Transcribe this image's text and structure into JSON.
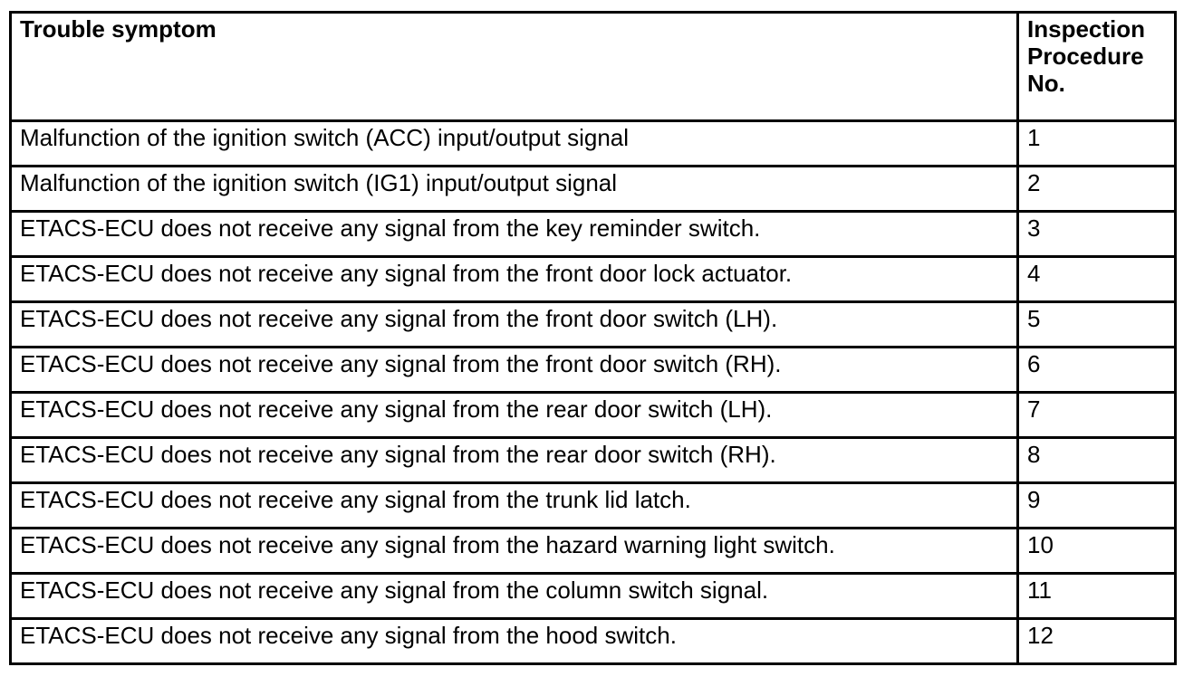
{
  "page": {
    "background_color": "#ffffff",
    "border_color": "#000000",
    "text_color": "#000000"
  },
  "table": {
    "columns": [
      {
        "label": "Trouble symptom"
      },
      {
        "label": "Inspection Procedure No."
      }
    ],
    "rows": [
      {
        "symptom": "Malfunction of the ignition switch (ACC) input/output signal",
        "procedure_no": "1"
      },
      {
        "symptom": "Malfunction of the ignition switch (IG1) input/output signal",
        "procedure_no": "2"
      },
      {
        "symptom": "ETACS-ECU does not receive any signal from the key reminder switch.",
        "procedure_no": "3"
      },
      {
        "symptom": "ETACS-ECU does not receive any signal from the front door lock actuator.",
        "procedure_no": "4"
      },
      {
        "symptom": "ETACS-ECU does not receive any signal from the front door switch (LH).",
        "procedure_no": "5"
      },
      {
        "symptom": "ETACS-ECU does not receive any signal from the front door switch (RH).",
        "procedure_no": "6"
      },
      {
        "symptom": "ETACS-ECU does not receive any signal from the rear door switch (LH).",
        "procedure_no": "7"
      },
      {
        "symptom": "ETACS-ECU does not receive any signal from the rear door switch (RH).",
        "procedure_no": "8"
      },
      {
        "symptom": "ETACS-ECU does not receive any signal from the trunk lid latch.",
        "procedure_no": "9"
      },
      {
        "symptom": "ETACS-ECU does not receive any signal from the hazard warning light switch.",
        "procedure_no": "10"
      },
      {
        "symptom": "ETACS-ECU does not receive any signal from the column switch signal.",
        "procedure_no": "11"
      },
      {
        "symptom": "ETACS-ECU does not receive any signal from the hood switch.",
        "procedure_no": "12"
      }
    ]
  }
}
